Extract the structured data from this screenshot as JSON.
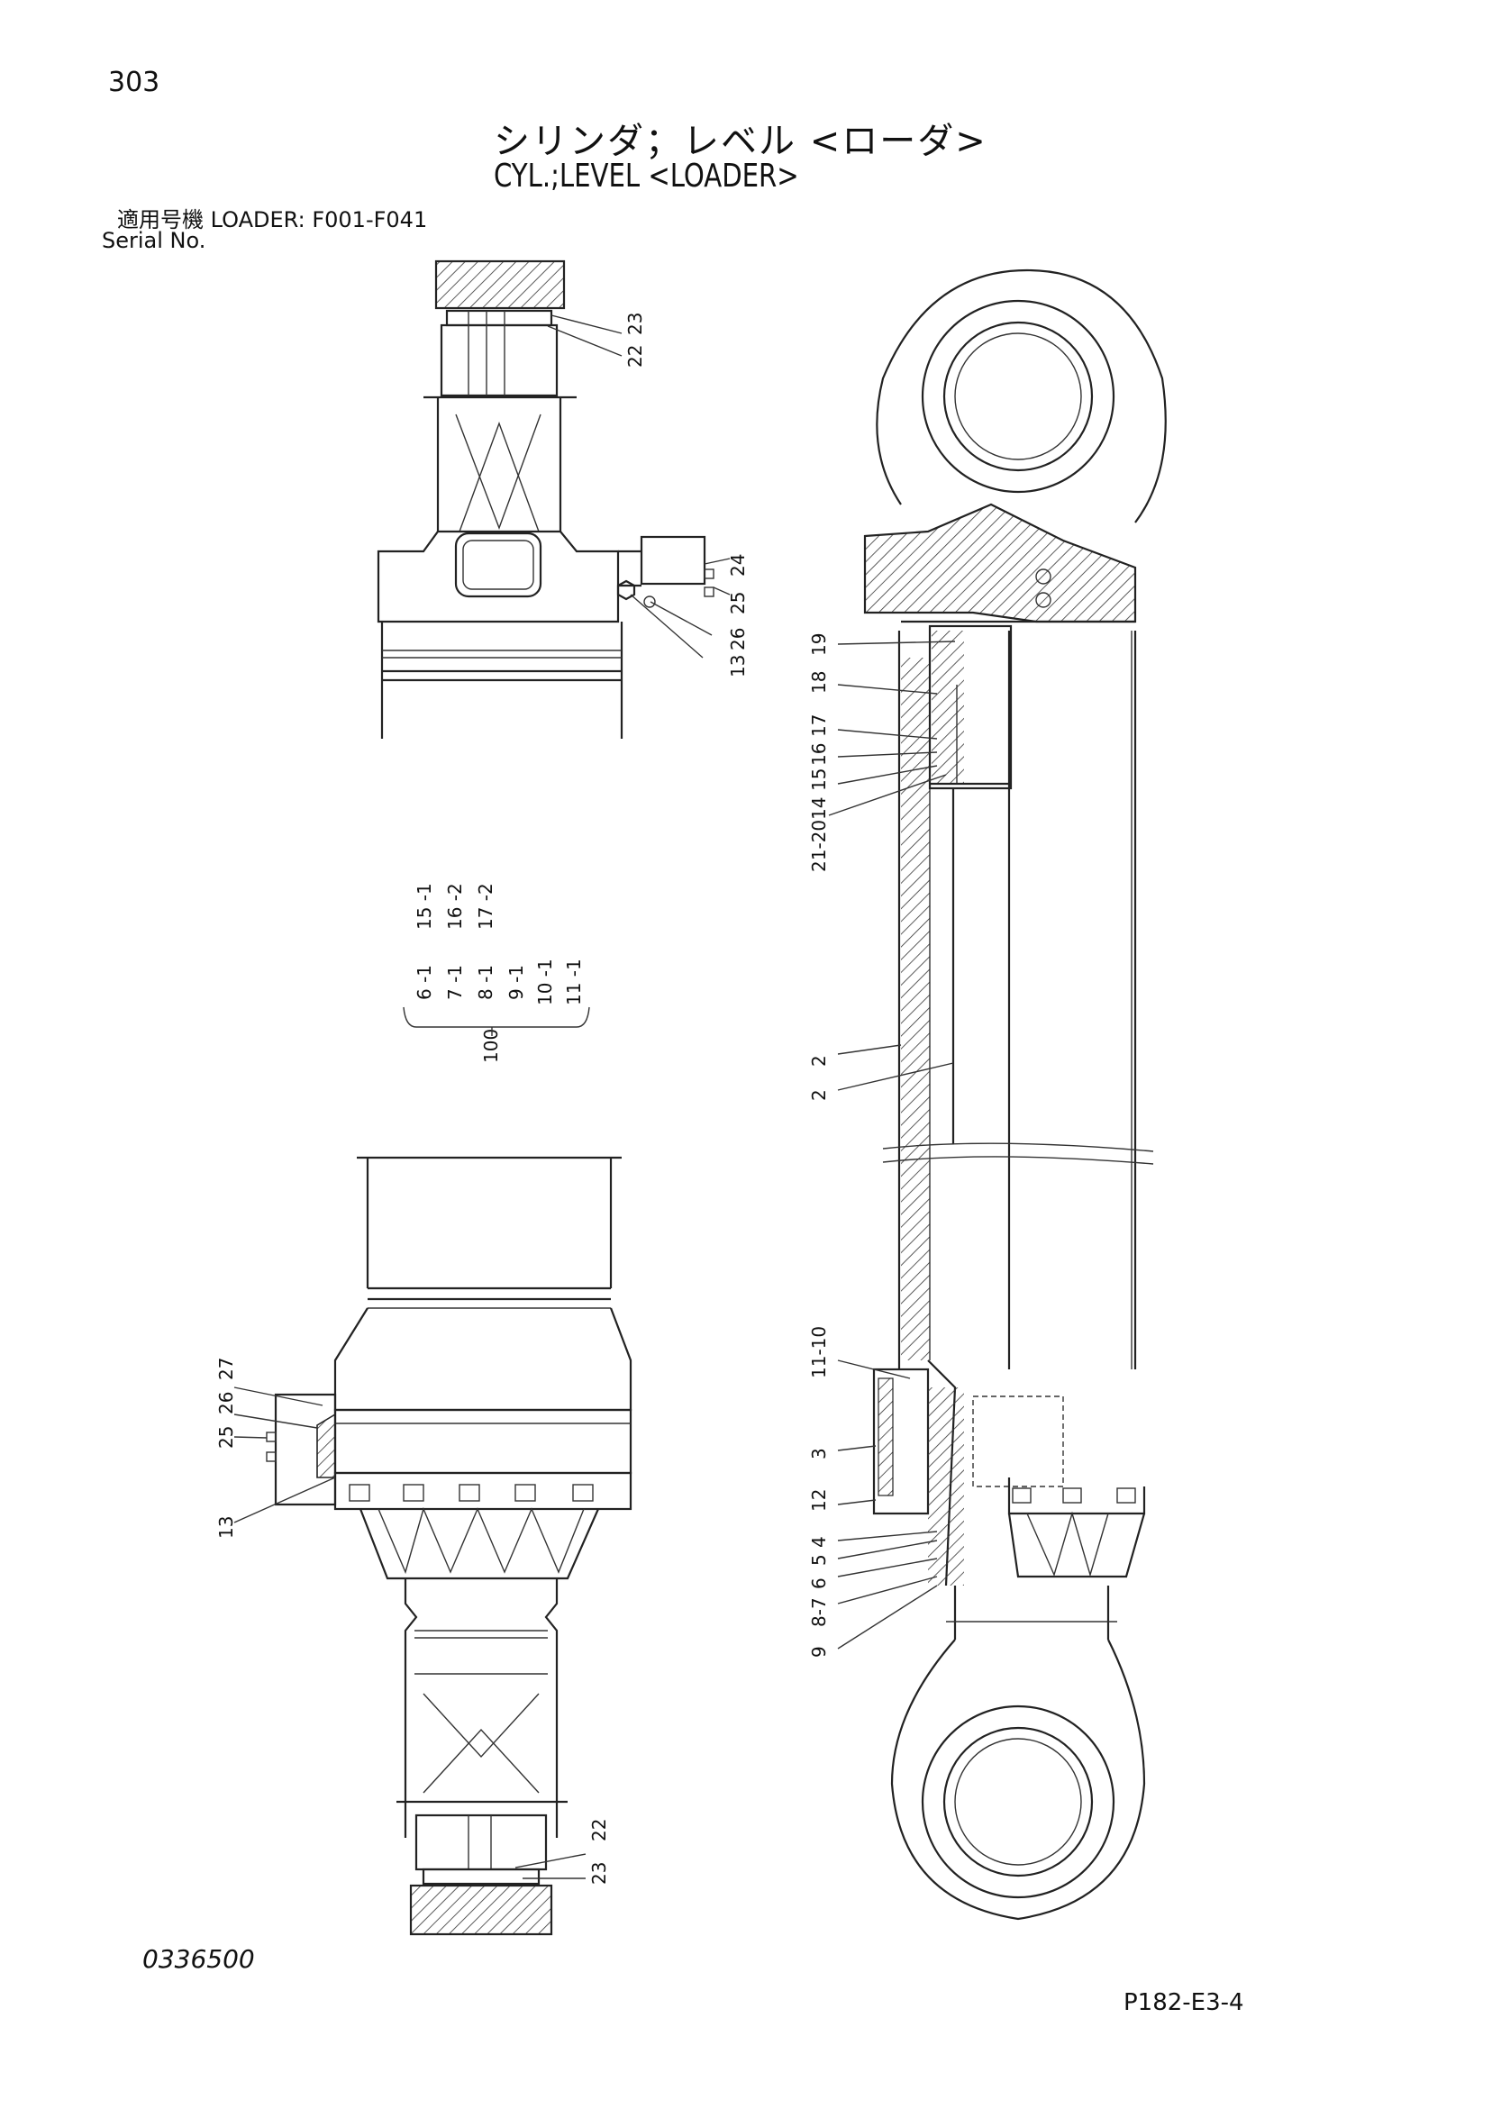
{
  "header": {
    "page_number": "303",
    "title_jp": "シリンダ；レベル <ローダ>",
    "title_en": "CYL.;LEVEL <LOADER>",
    "applicability": "適用号機  LOADER: F001-F041",
    "serial_label": "Serial No."
  },
  "footer": {
    "doc_number": "0336500",
    "figure_code": "P182-E3-4"
  },
  "callouts": {
    "c23a": "23",
    "c22a": "22",
    "c24": "24",
    "c25a": "25",
    "c26a": "26",
    "c13a": "13",
    "c19": "19",
    "c18": "18",
    "c17": "17",
    "c16": "16",
    "c15": "15",
    "c14": "14",
    "c2120": "21-20",
    "c2a": "2",
    "c2b": "2",
    "c1110": "11-10",
    "c3": "3",
    "c12": "12",
    "c4": "4",
    "c5": "5",
    "c6": "6",
    "c87": "8-7",
    "c9": "9",
    "c27": "27",
    "c26b": "26",
    "c25b": "25",
    "c13b": "13",
    "c22b": "22",
    "c23b": "23"
  },
  "kit_list": {
    "kit_number": "100",
    "col1": [
      "6 -1",
      "7 -1",
      "8 -1",
      "9 -1",
      "10 -1",
      "11 -1"
    ],
    "col2": [
      "15 -1",
      "16 -2",
      "17 -2"
    ]
  }
}
